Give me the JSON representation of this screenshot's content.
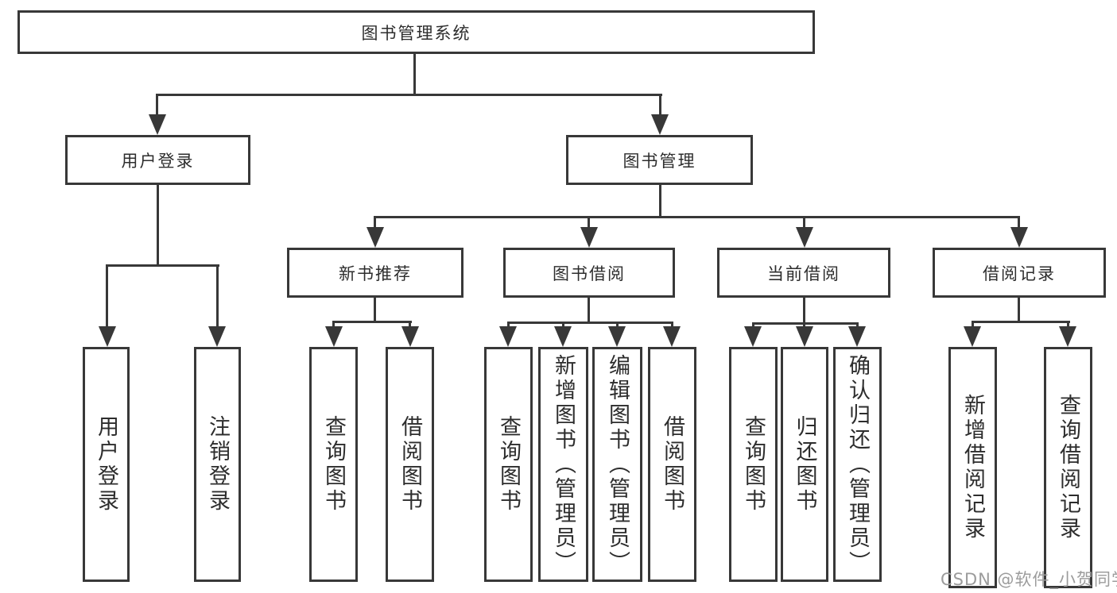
{
  "diagram": {
    "root": {
      "label": "图书管理系统"
    },
    "level2": [
      {
        "id": "user-login",
        "label": "用户登录"
      },
      {
        "id": "book-management",
        "label": "图书管理"
      }
    ],
    "level3": [
      {
        "id": "new-book-recommend",
        "label": "新书推荐"
      },
      {
        "id": "book-borrowing",
        "label": "图书借阅"
      },
      {
        "id": "current-borrowing",
        "label": "当前借阅"
      },
      {
        "id": "borrowing-records",
        "label": "借阅记录"
      }
    ],
    "leaves": {
      "user_login": [
        "用户登录",
        "注销登录"
      ],
      "new_book_recommend": [
        "查询图书",
        "借阅图书"
      ],
      "book_borrowing": [
        "查询图书",
        "新增图书（管理员）",
        "编辑图书（管理员）",
        "借阅图书"
      ],
      "current_borrowing": [
        "查询图书",
        "归还图书",
        "确认归还（管理员）"
      ],
      "borrowing_records": [
        "新增借阅记录",
        "查询借阅记录"
      ]
    }
  },
  "watermark": {
    "text": "CSDN @软件_小贺同学"
  },
  "colors": {
    "line": "#383838",
    "text": "#2d2d2d",
    "watermark": "#9c9c9c",
    "background": "#ffffff"
  }
}
